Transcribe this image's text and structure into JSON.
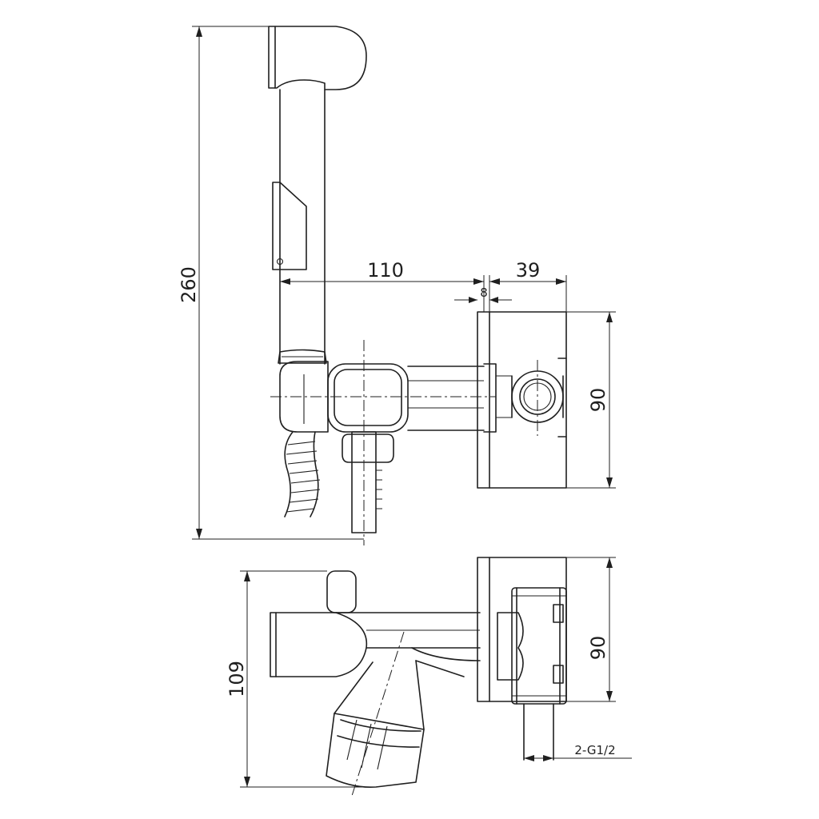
{
  "dimensions": {
    "total_height": "260",
    "reach": "110",
    "box_depth": "39",
    "plate_gap": "8",
    "box_height_front": "90",
    "side_height": "109",
    "box_height_side": "90",
    "thread_spec": "2-G1/2"
  },
  "icons": {
    "front_view": "bidet-hand-shower-front-elevation",
    "side_view": "bidet-mixer-side-elevation"
  }
}
